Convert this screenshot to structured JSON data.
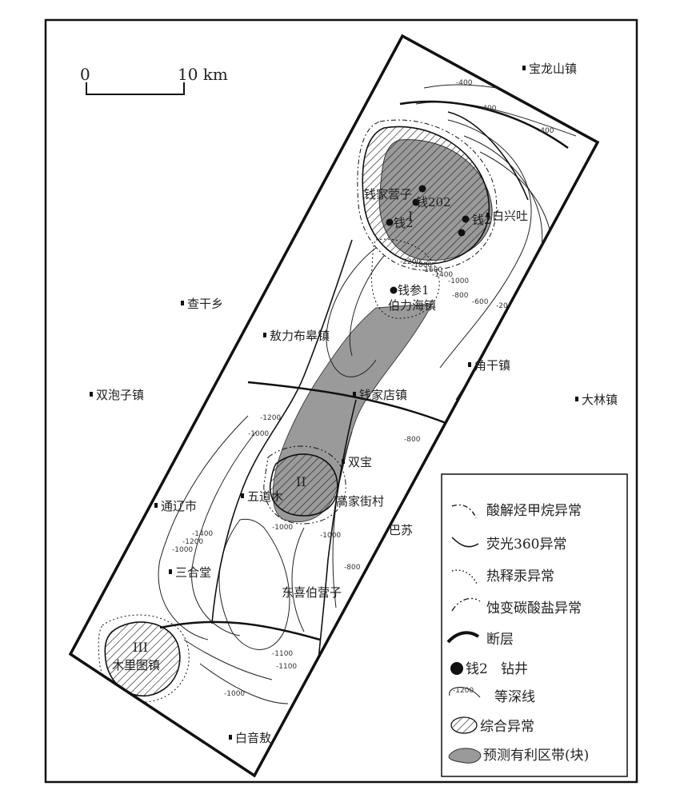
{
  "scale": {
    "start": "0",
    "end": "10 km"
  },
  "places": {
    "baolongshan": "宝龙山镇",
    "baixingtu": "白兴吐",
    "chagan": "查干乡",
    "aolibugao": "敖力布皋镇",
    "jiaogan": "角干镇",
    "shuangpaozi": "双泡子镇",
    "qianjiadian": "钱家店镇",
    "dalin": "大林镇",
    "shuangbao": "双宝",
    "tongliao": "通辽市",
    "wudaomu": "五道木",
    "gaojiajie": "高家街村",
    "basu": "巴苏",
    "sanhetang": "三合堂",
    "dongxibo": "东喜伯营子",
    "mulitu": "木里图镇",
    "baiyinao": "白音敖",
    "qianjiayingzi": "钱家营子",
    "qian202": "钱202",
    "qian2": "钱2",
    "qian2b": "钱2",
    "qiancan1": "钱参1",
    "bolihai": "伯力海镇"
  },
  "contours": [
    "-400",
    "-400",
    "-400",
    "-600",
    "-200",
    "-800",
    "-1000",
    "-1400",
    "-1600",
    "-1800",
    "-2200",
    "-800",
    "-1000",
    "-1200",
    "-1400",
    "-1000",
    "-1200",
    "-1000",
    "-1000",
    "-800",
    "-1100",
    "-1100",
    "-1000"
  ],
  "zones": [
    "I",
    "II",
    "III"
  ],
  "legend": [
    {
      "label": "酸解烃甲烷异常",
      "icon": "dash-dot-curve"
    },
    {
      "label": "荧光360异常",
      "icon": "solid-curve"
    },
    {
      "label": "热释汞异常",
      "icon": "dotted-curve"
    },
    {
      "label": "蚀变碳酸盐异常",
      "icon": "dash-dot-dot-curve"
    },
    {
      "label": "断层",
      "icon": "fault-line"
    },
    {
      "label": "钱2",
      "icon": "well-dot"
    },
    {
      "label": "钻井"
    },
    {
      "label": "-1200",
      "icon": "contour-line"
    },
    {
      "label": "等深线"
    },
    {
      "label": "综合异常",
      "icon": "hatched-blob"
    },
    {
      "label": "预测有利区带(块)",
      "icon": "gray-blob"
    }
  ],
  "colors": {
    "favorable_zone": "#9a9a9a",
    "line": "#1a1a1a"
  }
}
